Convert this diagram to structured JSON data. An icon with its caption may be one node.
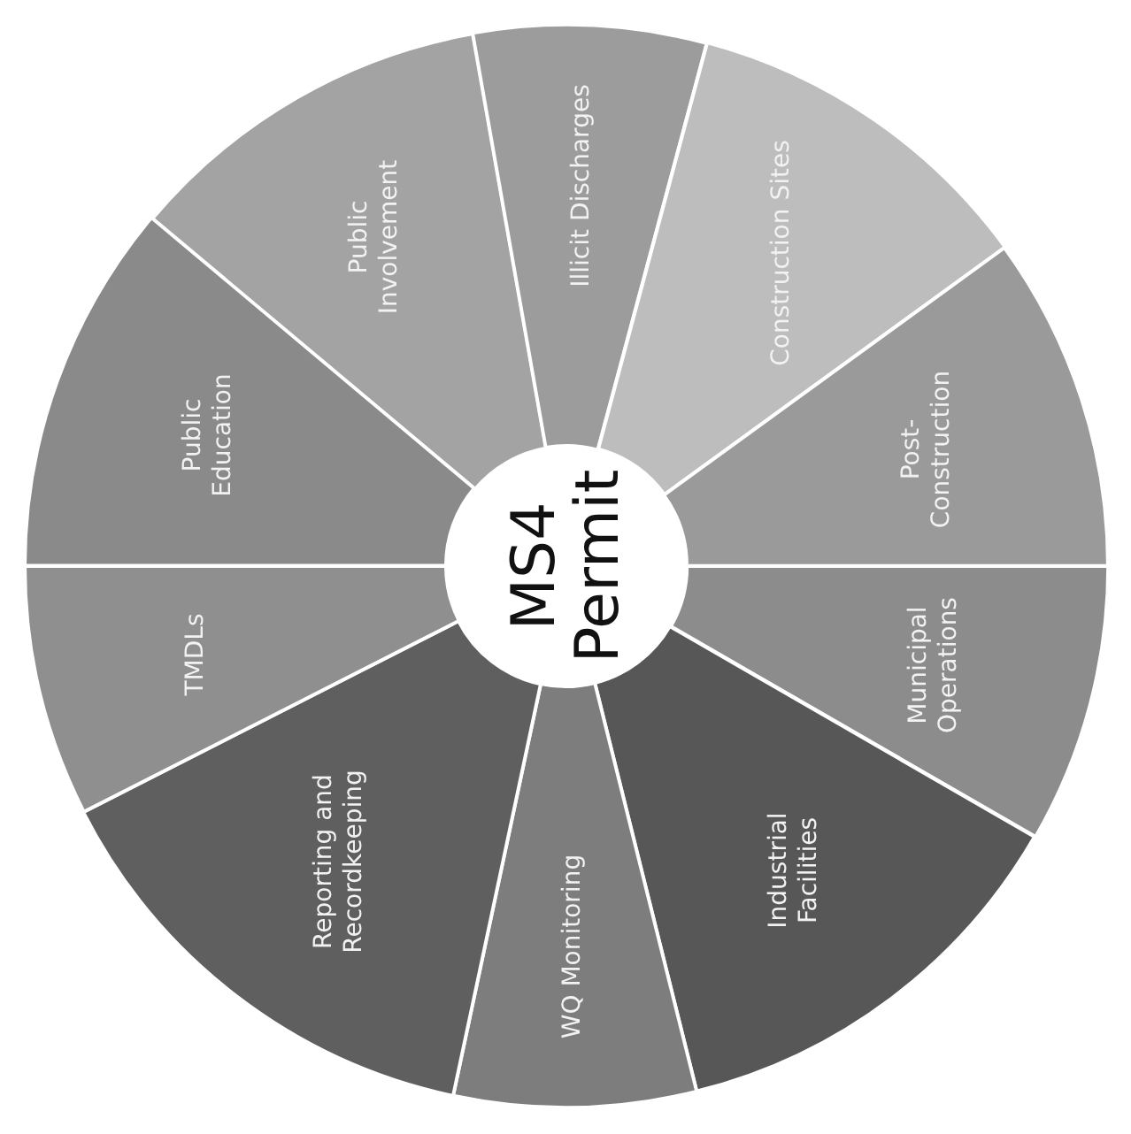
{
  "diagram": {
    "nodes": [
      {
        "text": [
          "MS4 Permit"
        ]
      },
      {
        "text": [
          "Public Involvement"
        ]
      },
      {
        "text": [
          "Illicit Discharges"
        ]
      },
      {
        "text": [
          "Construction Sites"
        ]
      },
      {
        "text": [
          "Post-Construction"
        ]
      },
      {
        "text": [
          "Municipal Operations"
        ]
      },
      {
        "text": [
          "Industrial Facilities"
        ]
      },
      {
        "text": [
          "WQ Monitoring"
        ]
      },
      {
        "text": [
          "Reporting and Recordkeeping"
        ]
      },
      {
        "text": [
          "TMDLs"
        ]
      },
      {
        "text": [
          "Public Education"
        ]
      }
    ]
  }
}
